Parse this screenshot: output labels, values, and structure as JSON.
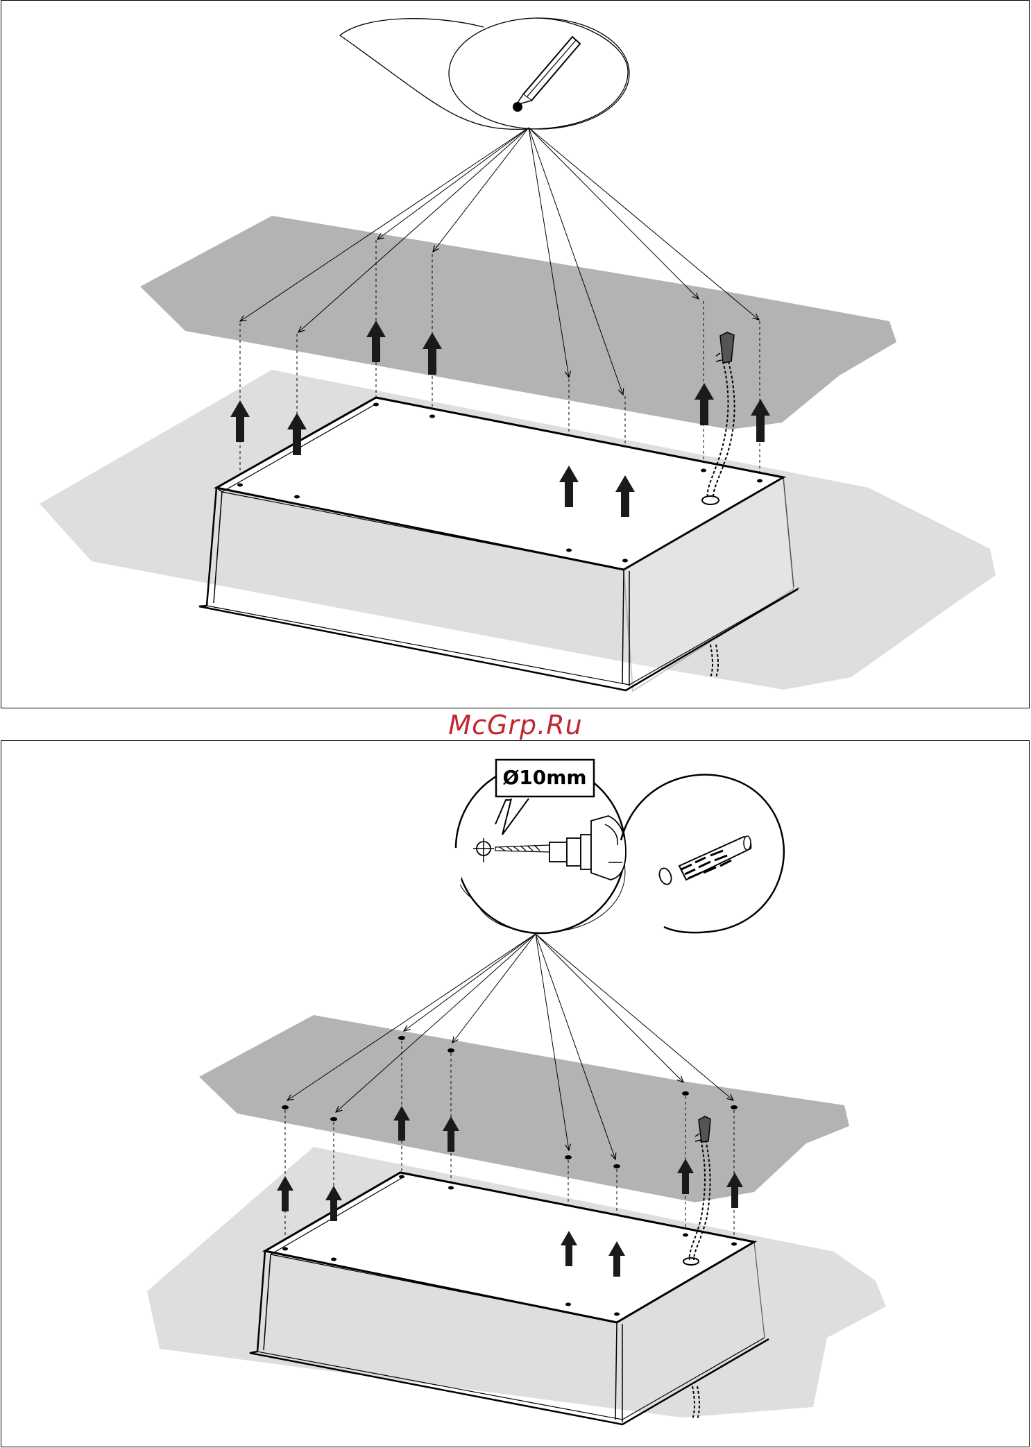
{
  "watermark": {
    "text": "McGrp.Ru"
  },
  "step1": {
    "callout_icon": "pencil-icon",
    "action": "mark-holes"
  },
  "step2": {
    "drill_size_label": "Ø10mm",
    "callout_icons": [
      "drill-icon",
      "wall-plug-icon"
    ]
  },
  "colors": {
    "ceiling": "#b3b3b3",
    "shadow": "#dedede",
    "outline": "#000000",
    "watermark": "#c0262d"
  }
}
